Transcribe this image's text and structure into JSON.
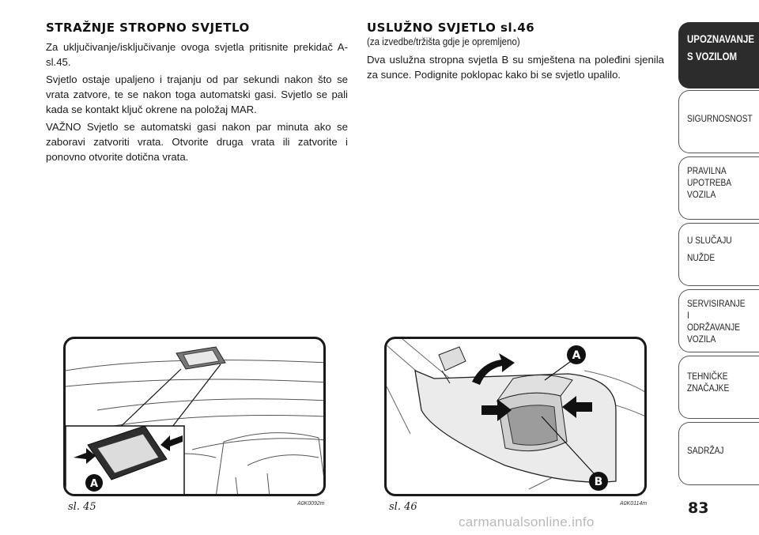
{
  "left_section": {
    "title": "STRAŽNJE STROPNO SVJETLO",
    "paragraphs": [
      "Za uključivanje/isključivanje ovoga svjetla pritisnite prekidač A-sl.45.",
      "Svjetlo ostaje upaljeno i trajanju od par sekundi nakon što se vrata zatvore, te se nakon toga automatski gasi. Svjetlo se pali kada se kontakt ključ okrene na položaj MAR.",
      "VAŽNO Svjetlo se automatski gasi nakon par minuta ako se zaboravi zatvoriti vrata. Otvorite druga vrata ili zatvorite i ponovno otvorite dotična vrata."
    ]
  },
  "right_section": {
    "title": "USLUŽNO SVJETLO sl.46",
    "subtitle": "(za izvedbe/tržišta gdje je opremljeno)",
    "paragraphs": [
      "Dva uslužna stropna svjetla B su smještena na poleđini sjenila za sunce. Podignite poklopac kako bi se svjetlo upalilo."
    ]
  },
  "sidebar": {
    "tabs": [
      {
        "label": "UPOZNAVANJE\nS VOZILOM",
        "active": true
      },
      {
        "label": "SIGURNOSNOST",
        "active": false
      },
      {
        "label": "PRAVILNA\nUPOTREBA\nVOZILA",
        "active": false
      },
      {
        "label": "U SLUČAJU\nNUŽDE",
        "active": false
      },
      {
        "label": "SERVISIRANJE I\nODRŽAVANJE\nVOZILA",
        "active": false
      },
      {
        "label": "TEHNIČKE\nZNAČAJKE",
        "active": false
      },
      {
        "label": "SADRŽAJ",
        "active": false
      }
    ]
  },
  "figures": [
    {
      "caption": "sl. 45",
      "code": "A0K0092m",
      "callouts": [
        "A"
      ]
    },
    {
      "caption": "sl. 46",
      "code": "A0K0114m",
      "callouts": [
        "A",
        "B"
      ]
    }
  ],
  "page_number": "83",
  "watermark": "carmanualsonline.info"
}
